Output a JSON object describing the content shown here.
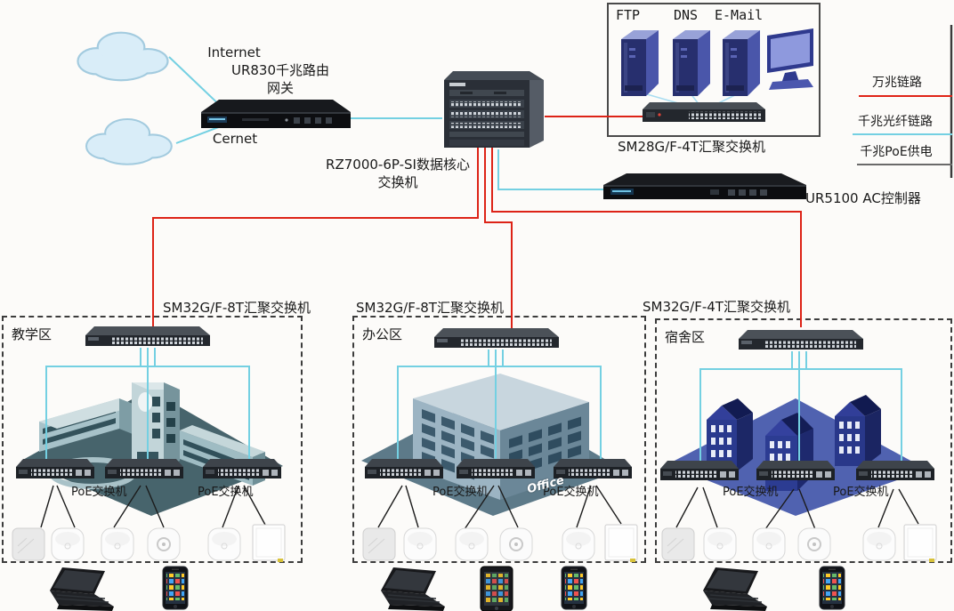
{
  "wan": {
    "clouds": [
      {
        "label": "Internet"
      },
      {
        "label": "Cernet"
      }
    ]
  },
  "router": {
    "label_line1": "UR830千兆路由",
    "label_line2": "网关"
  },
  "core_switch": {
    "label_line1": "RZ7000-6P-SI数据核心",
    "label_line2": "交换机"
  },
  "server_farm": {
    "servers": [
      {
        "label": "FTP"
      },
      {
        "label": "DNS"
      },
      {
        "label": "E-Mail"
      }
    ],
    "switch_label": "SM28G/F-4T汇聚交换机"
  },
  "ac_controller": {
    "label": "UR5100  AC控制器"
  },
  "legend": {
    "items": [
      {
        "label": "万兆链路",
        "color": "#e02417"
      },
      {
        "label": "千兆光纤链路",
        "color": "#74d0e2"
      },
      {
        "label": "千兆PoE供电",
        "color": "#6a6a6a"
      }
    ]
  },
  "zones": [
    {
      "name": "教学区",
      "switch_label": "SM32G/F-8T汇聚交换机",
      "poe_switch_labels": [
        "PoE交换机",
        "PoE交换机"
      ]
    },
    {
      "name": "办公区",
      "switch_label": "SM32G/F-8T汇聚交换机",
      "poe_switch_labels": [
        "PoE交换机",
        "PoE交换机"
      ],
      "building_text": "Office"
    },
    {
      "name": "宿舍区",
      "switch_label": "SM32G/F-4T汇聚交换机",
      "poe_switch_labels": [
        "PoE交换机",
        "PoE交换机"
      ]
    }
  ]
}
